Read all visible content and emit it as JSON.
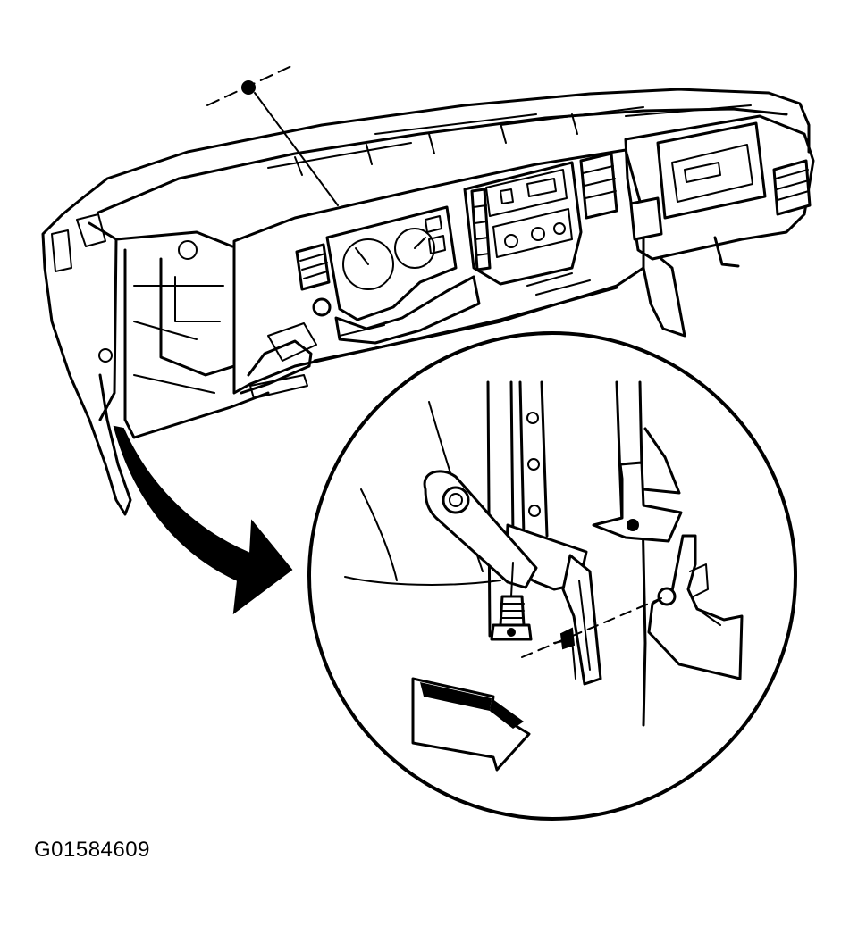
{
  "figure": {
    "id_label": "G01584609"
  },
  "colors": {
    "ink": "#000000",
    "paper": "#ffffff"
  },
  "icons": [
    "instrument-panel-assembly",
    "detail-magnifier-circle",
    "callout-arrow",
    "direction-arrow",
    "bolt",
    "bracket"
  ]
}
